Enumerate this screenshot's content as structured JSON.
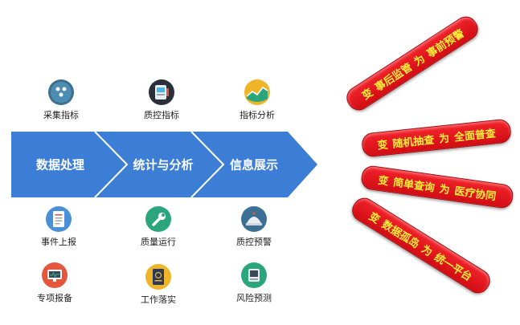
{
  "top_icons": [
    {
      "label": "采集指标",
      "icon": "dots-icon",
      "color": "#3f6f8c"
    },
    {
      "label": "质控指标",
      "icon": "meter-icon",
      "color": "#2b2f3a"
    },
    {
      "label": "指标分析",
      "icon": "chart-icon",
      "color": "#f0b429"
    }
  ],
  "arrow_steps": [
    "数据处理",
    "统计与分析",
    "信息展示"
  ],
  "bottom_icons_row1": [
    {
      "label": "事件上报",
      "icon": "document-icon",
      "color": "#4a90d9"
    },
    {
      "label": "质量运行",
      "icon": "wrench-icon",
      "color": "#2ba57c"
    },
    {
      "label": "质控预警",
      "icon": "dome-icon",
      "color": "#3b6f93"
    }
  ],
  "bottom_icons_row2": [
    {
      "label": "专项报备",
      "icon": "monitor-icon",
      "color": "#e4573d"
    },
    {
      "label": "工作落实",
      "icon": "passport-icon",
      "color": "#f0b429"
    },
    {
      "label": "风险预测",
      "icon": "device-icon",
      "color": "#2ba57c"
    }
  ],
  "pills": [
    {
      "prefix": "变",
      "from": "事后监管",
      "mid": "为",
      "to": "事前预警"
    },
    {
      "prefix": "变",
      "from": "随机抽查",
      "mid": "为",
      "to": "全面普查"
    },
    {
      "prefix": "变",
      "from": "简单查询",
      "mid": "为",
      "to": "医疗协同"
    },
    {
      "prefix": "变",
      "from": "数据孤岛",
      "mid": "为",
      "to": "统一平台"
    }
  ],
  "colors": {
    "arrow": "#3c7ed6",
    "arrow_divider": "#ffffff",
    "pill_red": "#e0141c",
    "pill_text": "#ffef3a"
  }
}
